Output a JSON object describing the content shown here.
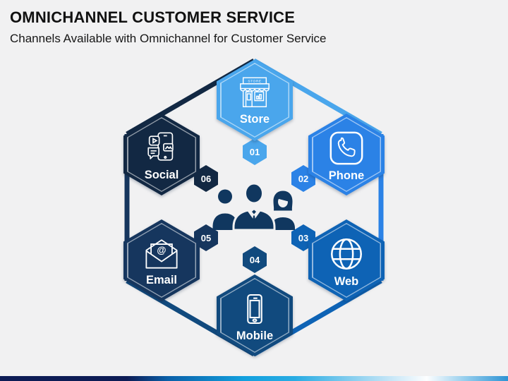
{
  "slide": {
    "title": "OMNICHANNEL CUSTOMER SERVICE",
    "subtitle": "Channels Available with Omnichannel for Customer Service",
    "background": "#F1F1F2"
  },
  "diagram": {
    "people_color": "#10375F",
    "nodes": [
      {
        "label": "Store",
        "number": "01",
        "color": "#4AA6EC",
        "icon": "storefront-icon",
        "icon_text": "STORE"
      },
      {
        "label": "Phone",
        "number": "02",
        "color": "#2B82E6",
        "icon": "phone-handset-icon"
      },
      {
        "label": "Web",
        "number": "03",
        "color": "#0E63B5",
        "icon": "globe-icon"
      },
      {
        "label": "Mobile",
        "number": "04",
        "color": "#114A7E",
        "icon": "smartphone-icon"
      },
      {
        "label": "Email",
        "number": "05",
        "color": "#16365E",
        "icon": "open-envelope-icon"
      },
      {
        "label": "Social",
        "number": "06",
        "color": "#122843",
        "icon": "social-chat-icon"
      }
    ]
  },
  "footer": {
    "gradient": "linear-gradient(to right, #0D1C55 0%, #0D1C55 25%, #0A5FA8 33%, #13A0DE 48%, #29ACE3 58%, #BFE3F6 76%, #FDFEFF 84%, #8FCBEC 92%, #2E93D4 100%)",
    "colors": [
      "#0D1C55",
      "#0A5FA8",
      "#29ACE3",
      "#FDFEFF",
      "#2E93D4"
    ]
  }
}
